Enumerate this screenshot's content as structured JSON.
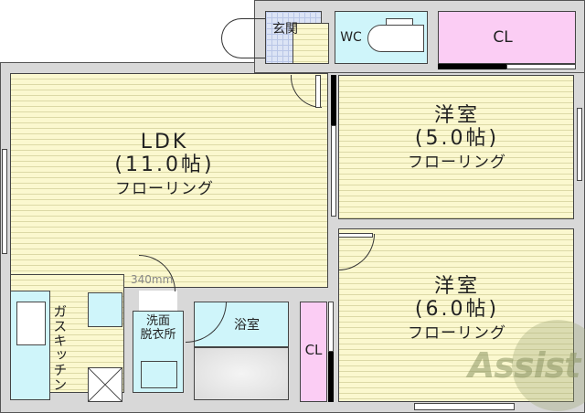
{
  "plan": {
    "dimension_note": "340mm",
    "watermark": "Assist",
    "colors": {
      "floor": "#fbf8cf",
      "wet_area": "#cff5fa",
      "closet": "#fbcdf4",
      "entrance_tile": "#dce4f5",
      "wall": "#d8d8d8"
    }
  },
  "rooms": {
    "ldk": {
      "name": "LDK",
      "size": "(11.0帖)",
      "floor": "フローリング"
    },
    "western1": {
      "name": "洋室",
      "size": "(5.0帖)",
      "floor": "フローリング"
    },
    "western2": {
      "name": "洋室",
      "size": "(6.0帖)",
      "floor": "フローリング"
    },
    "entrance": {
      "name": "玄関"
    },
    "wc": {
      "name": "WC"
    },
    "closet_top": {
      "name": "CL"
    },
    "closet_bottom": {
      "name": "CL"
    },
    "washroom": {
      "name_line1": "洗面",
      "name_line2": "脱衣所"
    },
    "bathroom": {
      "name": "浴室"
    },
    "kitchen": {
      "name": "ガスキッチン"
    }
  }
}
